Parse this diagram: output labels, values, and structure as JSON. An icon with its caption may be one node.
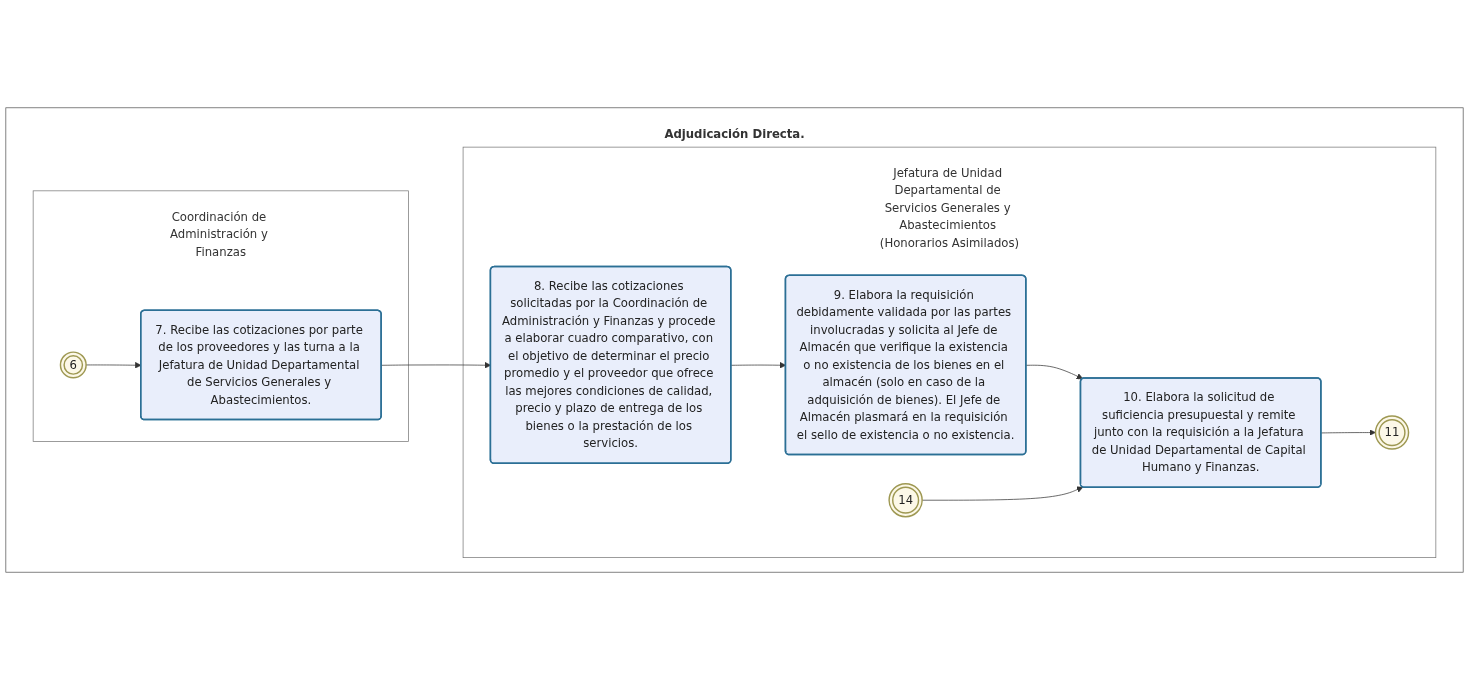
{
  "diagram": {
    "nodes": [
      {
        "text": [
          "Adjudicación Directa."
        ]
      },
      {
        "text": [
          "Jefatura de Unidad Departamental de Servicios Generales y Abastecimientos (Honorarios Asimilados)"
        ],
        "in": 0
      },
      {
        "text": [
          "8. Recibe las cotizaciones solicitadas por la Coordinación de Administración y Finanzas y procede a elaborar cuadro comparativo, con el objetivo de determinar el precio promedio y el proveedor que ofrece las mejores condiciones de calidad, precio y plazo de entrega de los bienes o la prestación de los servicios."
        ],
        "in": 1
      },
      {
        "text": [
          "9. Elabora la requisición debidamente validada por las partes involucradas y solicita al Jefe de Almacén que verifique la existencia o no existencia de los bienes en el almacén (solo en caso de la adquisición de bienes). El Jefe de Almacén plasmará en la requisición el sello de existencia o no existencia."
        ],
        "in": 1
      },
      {
        "text": [
          "10. Elabora la solicitud de suficiencia presupuestal y remite junto con la requisición a la Jefatura de Unidad Departamental de Capital Humano y Finanzas."
        ],
        "in": 1
      },
      {
        "text": [
          "11"
        ],
        "in": 1
      },
      {
        "text": [
          "14"
        ],
        "in": 1
      },
      {
        "text": [
          "Coordinación de Administración y Finanzas"
        ],
        "in": 0
      },
      {
        "text": [
          "6"
        ],
        "in": 7
      },
      {
        "text": [
          "7. Recibe las cotizaciones por parte de los proveedores y las turna a la Jefatura de Unidad Departamental de Servicios Generales y Abastecimientos."
        ],
        "in": 7
      }
    ],
    "edges": [
      {
        "from": 8,
        "to": 9,
        "arrow": "to"
      },
      {
        "from": 9,
        "to": 2,
        "arrow": "to"
      },
      {
        "from": 2,
        "to": 3,
        "arrow": "to"
      },
      {
        "from": 3,
        "to": 4,
        "arrow": "to"
      },
      {
        "from": 4,
        "to": 5,
        "arrow": "to"
      },
      {
        "from": 6,
        "to": 4,
        "arrow": "to"
      }
    ]
  }
}
